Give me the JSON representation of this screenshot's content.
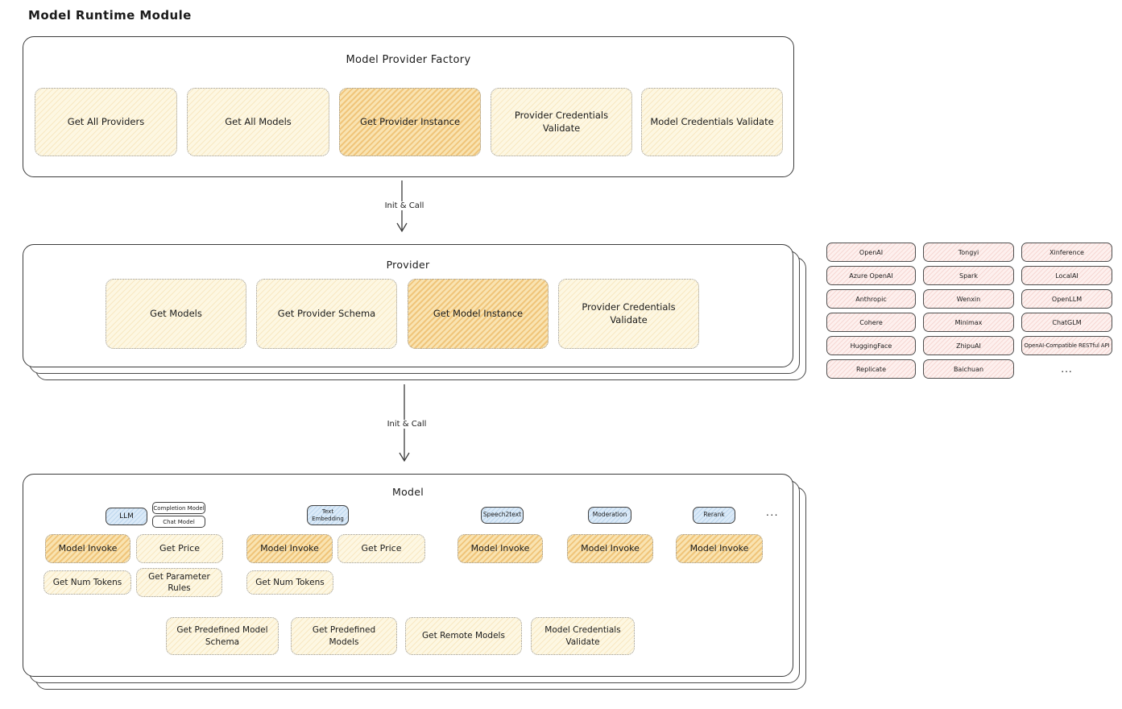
{
  "page": {
    "title": "Model Runtime Module"
  },
  "factory": {
    "title": "Model Provider Factory",
    "buttons": [
      {
        "label": "Get All Providers"
      },
      {
        "label": "Get All Models"
      },
      {
        "label": "Get Provider Instance"
      },
      {
        "label": "Provider Credentials Validate"
      },
      {
        "label": "Model Credentials Validate"
      }
    ]
  },
  "arrows": {
    "factory_to_provider_label": "Init & Call",
    "provider_to_model_label": "Init & Call"
  },
  "provider": {
    "title": "Provider",
    "buttons": [
      {
        "label": "Get Models"
      },
      {
        "label": "Get Provider Schema"
      },
      {
        "label": "Get Model Instance"
      },
      {
        "label": "Provider Credentials Validate"
      }
    ]
  },
  "providers_grid": {
    "items": [
      "OpenAI",
      "Tongyi",
      "Xinference",
      "Azure OpenAI",
      "Spark",
      "LocalAI",
      "Anthropic",
      "Wenxin",
      "OpenLLM",
      "Cohere",
      "Minimax",
      "ChatGLM",
      "HuggingFace",
      "ZhipuAI",
      "OpenAI-Compatible RESTful API",
      "Replicate",
      "Baichuan"
    ],
    "more_label": "..."
  },
  "model": {
    "title": "Model",
    "more_label": "...",
    "tags": {
      "llm": "LLM",
      "completion_model": "Completion Model",
      "chat_model": "Chat Model",
      "text_embedding": "Text Embedding",
      "speech2text": "Speech2text",
      "moderation": "Moderation",
      "rerank": "Rerank"
    },
    "actions": {
      "model_invoke": "Model Invoke",
      "get_price": "Get Price",
      "get_num_tokens": "Get Num Tokens",
      "get_parameter_rules": "Get Parameter Rules"
    },
    "bottom_actions": [
      {
        "label": "Get Predefined Model Schema"
      },
      {
        "label": "Get Predefined Models"
      },
      {
        "label": "Get Remote Models"
      },
      {
        "label": "Model Credentials Validate"
      }
    ]
  },
  "colors": {
    "action_fill": "#fdf7e2",
    "action_highlight_fill": "#f9e3b1",
    "provider_item_fill": "#fdf0ee",
    "model_type_tag_fill": "#dbeaf8",
    "outline": "#3c3c3c"
  }
}
